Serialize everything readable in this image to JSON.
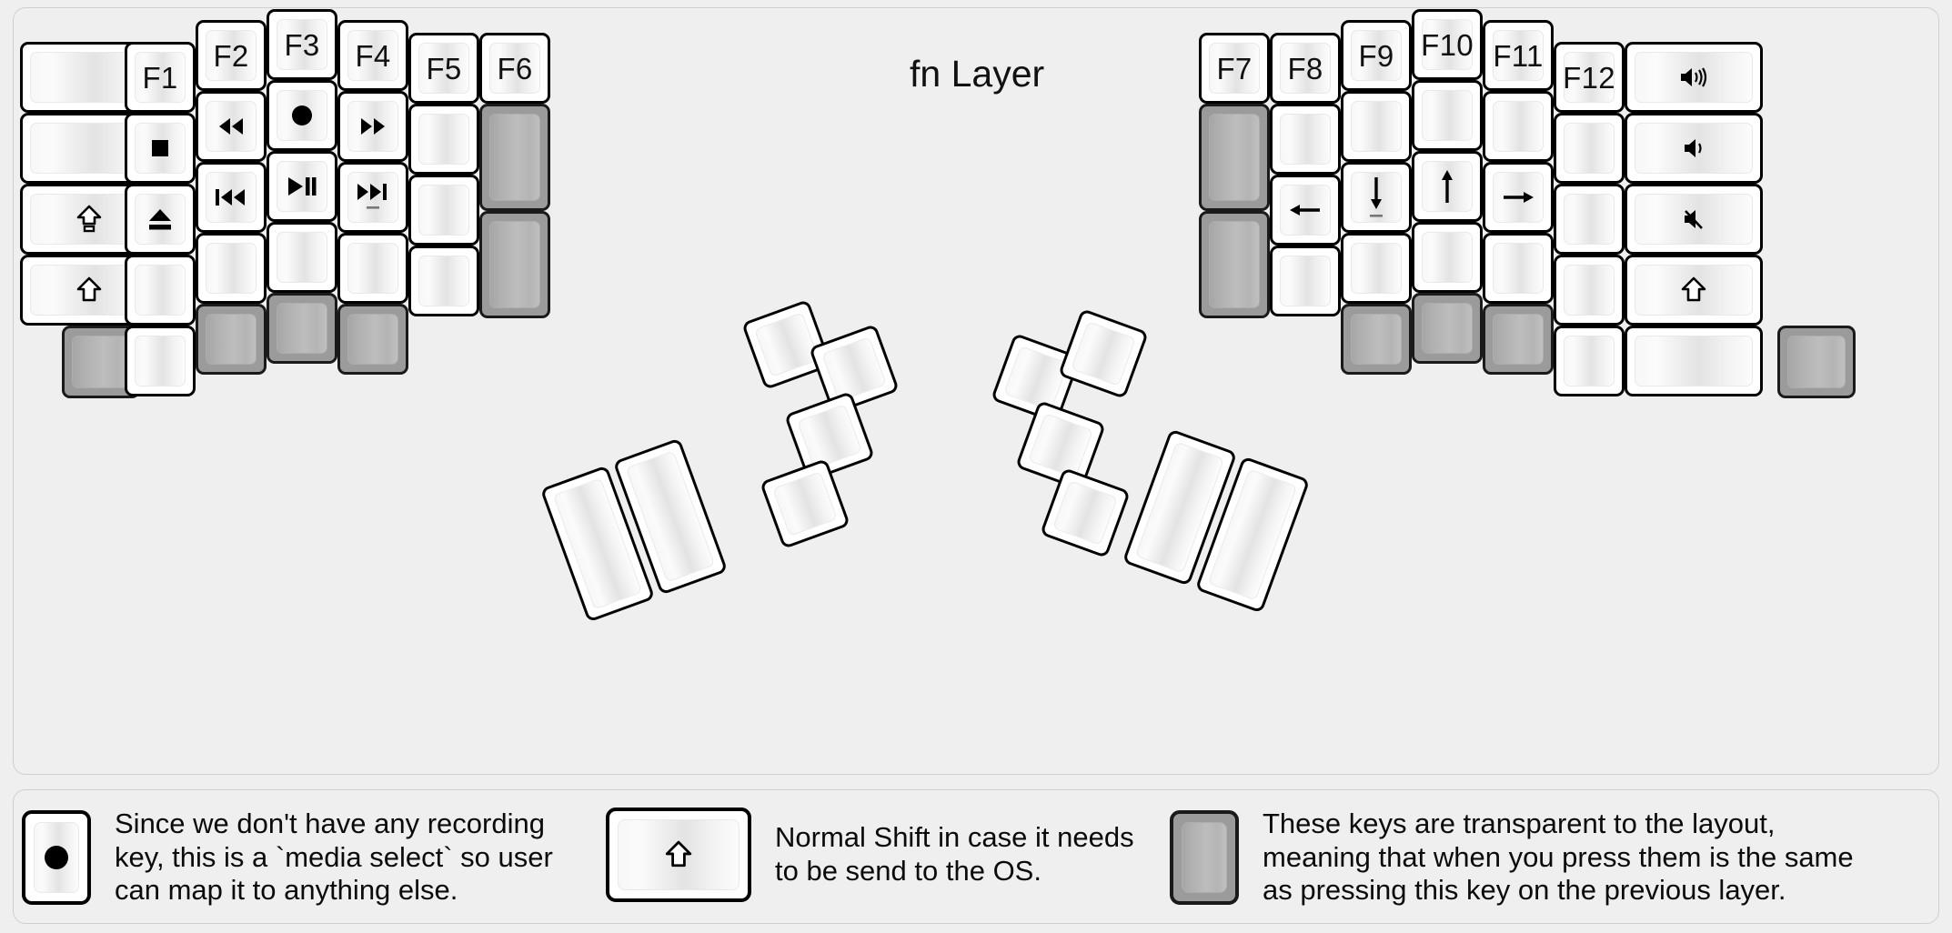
{
  "title": "fn Layer",
  "colors": {
    "background": "#efefef",
    "key_face": "#ffffff",
    "key_border": "#000000",
    "transparent_key": "#9b9b9b",
    "text": "#111111"
  },
  "keyboard": {
    "name": "split-ergonomic-keyboard",
    "halves": [
      {
        "side": "left",
        "columns": [
          {
            "name": "col-outer-left",
            "keys": [
              {
                "label": "",
                "icon": "blank",
                "type": "normal",
                "size": "1.5u"
              },
              {
                "label": "",
                "icon": "blank",
                "type": "normal",
                "size": "1.5u"
              },
              {
                "label": "",
                "icon": "caps-lock-shift-icon",
                "type": "normal",
                "size": "1.5u"
              },
              {
                "label": "",
                "icon": "shift-icon",
                "type": "normal",
                "size": "1.5u"
              }
            ]
          },
          {
            "name": "col-pinky",
            "keys": [
              {
                "label": "F1",
                "icon": "",
                "type": "normal"
              },
              {
                "label": "",
                "icon": "media-stop-icon",
                "type": "normal"
              },
              {
                "label": "",
                "icon": "media-eject-icon",
                "type": "normal"
              },
              {
                "label": "",
                "icon": "blank",
                "type": "normal"
              },
              {
                "label": "",
                "icon": "blank",
                "type": "normal"
              }
            ]
          },
          {
            "name": "col-ring",
            "keys": [
              {
                "label": "F2",
                "icon": "",
                "type": "normal"
              },
              {
                "label": "",
                "icon": "media-rewind-icon",
                "type": "normal"
              },
              {
                "label": "",
                "icon": "media-previous-track-icon",
                "type": "normal"
              },
              {
                "label": "",
                "icon": "blank",
                "type": "normal"
              },
              {
                "label": "",
                "icon": "blank",
                "type": "transparent"
              }
            ]
          },
          {
            "name": "col-middle",
            "keys": [
              {
                "label": "F3",
                "icon": "",
                "type": "normal"
              },
              {
                "label": "",
                "icon": "media-record-icon",
                "type": "normal"
              },
              {
                "label": "",
                "icon": "media-play-pause-icon",
                "type": "normal"
              },
              {
                "label": "",
                "icon": "blank",
                "type": "normal"
              },
              {
                "label": "",
                "icon": "blank",
                "type": "transparent"
              }
            ]
          },
          {
            "name": "col-index",
            "keys": [
              {
                "label": "F4",
                "icon": "",
                "type": "normal"
              },
              {
                "label": "",
                "icon": "media-fast-forward-icon",
                "type": "normal"
              },
              {
                "label": "",
                "icon": "media-next-track-icon",
                "type": "normal",
                "homing": true
              },
              {
                "label": "",
                "icon": "blank",
                "type": "normal"
              },
              {
                "label": "",
                "icon": "blank",
                "type": "transparent"
              }
            ]
          },
          {
            "name": "col-inner",
            "keys": [
              {
                "label": "F5",
                "icon": "",
                "type": "normal"
              },
              {
                "label": "",
                "icon": "blank",
                "type": "normal"
              },
              {
                "label": "",
                "icon": "blank",
                "type": "normal"
              },
              {
                "label": "",
                "icon": "blank",
                "type": "normal"
              }
            ]
          },
          {
            "name": "col-innermost",
            "keys": [
              {
                "label": "F6",
                "icon": "",
                "type": "normal"
              },
              {
                "label": "",
                "icon": "blank",
                "type": "transparent",
                "size": "1.5h"
              },
              {
                "label": "",
                "icon": "blank",
                "type": "transparent",
                "size": "1.5h"
              }
            ]
          }
        ],
        "thumb_cluster": {
          "name": "left-thumb-cluster",
          "keys": [
            {
              "label": "",
              "icon": "blank",
              "type": "normal",
              "size": "2u-tall"
            },
            {
              "label": "",
              "icon": "blank",
              "type": "normal",
              "size": "2u-tall"
            },
            {
              "label": "",
              "icon": "blank",
              "type": "normal"
            },
            {
              "label": "",
              "icon": "blank",
              "type": "normal"
            },
            {
              "label": "",
              "icon": "blank",
              "type": "normal"
            },
            {
              "label": "",
              "icon": "blank",
              "type": "normal"
            }
          ]
        }
      },
      {
        "side": "right",
        "columns": [
          {
            "name": "col-innermost",
            "keys": [
              {
                "label": "F7",
                "icon": "",
                "type": "normal"
              },
              {
                "label": "",
                "icon": "blank",
                "type": "transparent",
                "size": "1.5h"
              },
              {
                "label": "",
                "icon": "blank",
                "type": "transparent",
                "size": "1.5h"
              }
            ]
          },
          {
            "name": "col-inner",
            "keys": [
              {
                "label": "F8",
                "icon": "",
                "type": "normal"
              },
              {
                "label": "",
                "icon": "blank",
                "type": "normal"
              },
              {
                "label": "",
                "icon": "arrow-left-icon",
                "type": "normal"
              },
              {
                "label": "",
                "icon": "blank",
                "type": "normal"
              }
            ]
          },
          {
            "name": "col-index",
            "keys": [
              {
                "label": "F9",
                "icon": "",
                "type": "normal"
              },
              {
                "label": "",
                "icon": "blank",
                "type": "normal"
              },
              {
                "label": "",
                "icon": "arrow-down-icon",
                "type": "normal",
                "homing": true
              },
              {
                "label": "",
                "icon": "blank",
                "type": "normal"
              },
              {
                "label": "",
                "icon": "blank",
                "type": "transparent"
              }
            ]
          },
          {
            "name": "col-middle",
            "keys": [
              {
                "label": "F10",
                "icon": "",
                "type": "normal"
              },
              {
                "label": "",
                "icon": "blank",
                "type": "normal"
              },
              {
                "label": "",
                "icon": "arrow-up-icon",
                "type": "normal"
              },
              {
                "label": "",
                "icon": "blank",
                "type": "normal"
              },
              {
                "label": "",
                "icon": "blank",
                "type": "transparent"
              }
            ]
          },
          {
            "name": "col-ring",
            "keys": [
              {
                "label": "F11",
                "icon": "",
                "type": "normal"
              },
              {
                "label": "",
                "icon": "blank",
                "type": "normal"
              },
              {
                "label": "",
                "icon": "arrow-right-icon",
                "type": "normal"
              },
              {
                "label": "",
                "icon": "blank",
                "type": "normal"
              },
              {
                "label": "",
                "icon": "blank",
                "type": "transparent"
              }
            ]
          },
          {
            "name": "col-pinky",
            "keys": [
              {
                "label": "F12",
                "icon": "",
                "type": "normal"
              },
              {
                "label": "",
                "icon": "blank",
                "type": "normal"
              },
              {
                "label": "",
                "icon": "blank",
                "type": "normal"
              },
              {
                "label": "",
                "icon": "blank",
                "type": "normal"
              },
              {
                "label": "",
                "icon": "blank",
                "type": "normal"
              }
            ]
          },
          {
            "name": "col-outer-right",
            "keys": [
              {
                "label": "",
                "icon": "volume-up-icon",
                "type": "normal",
                "size": "1.5u"
              },
              {
                "label": "",
                "icon": "volume-down-icon",
                "type": "normal",
                "size": "1.5u"
              },
              {
                "label": "",
                "icon": "volume-mute-icon",
                "type": "normal",
                "size": "1.5u"
              },
              {
                "label": "",
                "icon": "shift-icon",
                "type": "normal",
                "size": "1.5u"
              },
              {
                "label": "",
                "icon": "blank",
                "type": "transparent",
                "size": "1.5u"
              }
            ]
          }
        ],
        "thumb_cluster": {
          "name": "right-thumb-cluster",
          "keys": [
            {
              "label": "",
              "icon": "blank",
              "type": "normal"
            },
            {
              "label": "",
              "icon": "blank",
              "type": "normal"
            },
            {
              "label": "",
              "icon": "blank",
              "type": "normal"
            },
            {
              "label": "",
              "icon": "blank",
              "type": "normal"
            },
            {
              "label": "",
              "icon": "blank",
              "type": "normal",
              "size": "2u-tall"
            },
            {
              "label": "",
              "icon": "blank",
              "type": "normal",
              "size": "2u-tall"
            }
          ]
        }
      }
    ]
  },
  "legend": [
    {
      "name": "legend-record-key",
      "key_icon": "media-record-icon",
      "key_type": "normal",
      "text": "Since we don't have any recording\nkey, this is a `media select` so user\ncan map it to anything else."
    },
    {
      "name": "legend-shift-key",
      "key_icon": "shift-icon",
      "key_type": "normal",
      "text": "Normal Shift in case it needs\nto be send to the OS."
    },
    {
      "name": "legend-transparent-key",
      "key_icon": "blank",
      "key_type": "transparent",
      "text": "These keys are transparent to the layout,\nmeaning that when you press them is the same\nas pressing this key on the previous layer."
    }
  ]
}
